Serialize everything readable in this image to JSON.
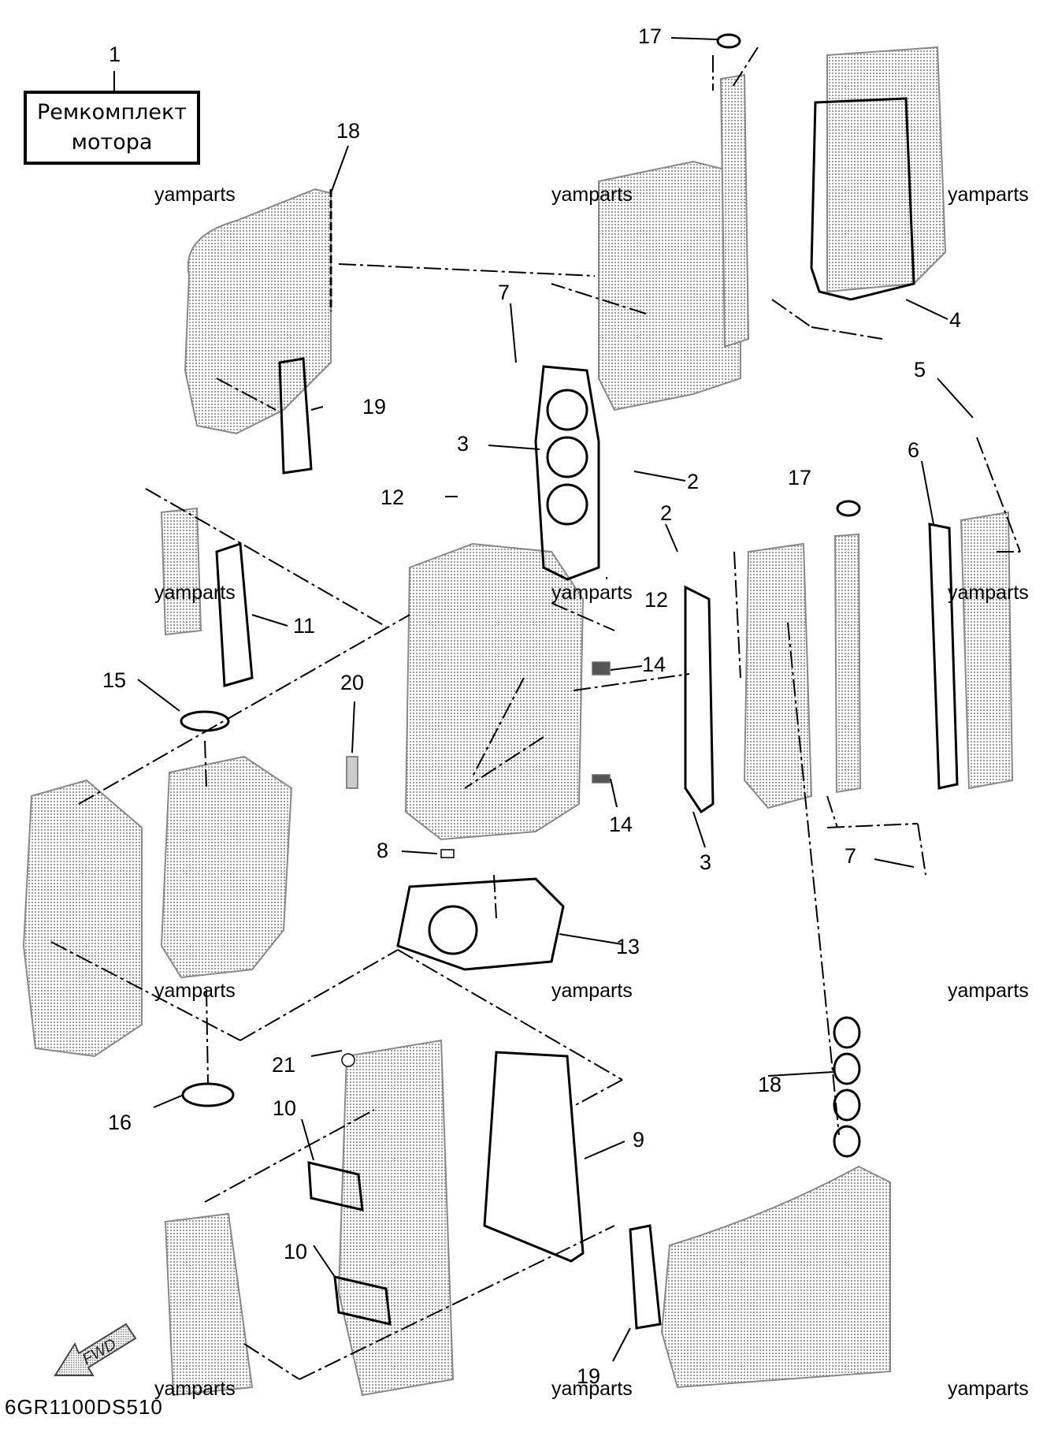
{
  "kit": {
    "line1": "Ремкомплект",
    "line2": "мотора"
  },
  "watermark": "yamparts",
  "diagram_code": "6GR1100DS510",
  "fwd_label": "FWD",
  "callouts": [
    "1",
    "2",
    "2",
    "3",
    "3",
    "4",
    "5",
    "6",
    "7",
    "7",
    "8",
    "9",
    "10",
    "10",
    "11",
    "12",
    "12",
    "13",
    "14",
    "14",
    "15",
    "16",
    "17",
    "17",
    "18",
    "18",
    "19",
    "19",
    "20",
    "21"
  ],
  "icons": {
    "fwd_arrow": "fwd-arrow-icon"
  }
}
